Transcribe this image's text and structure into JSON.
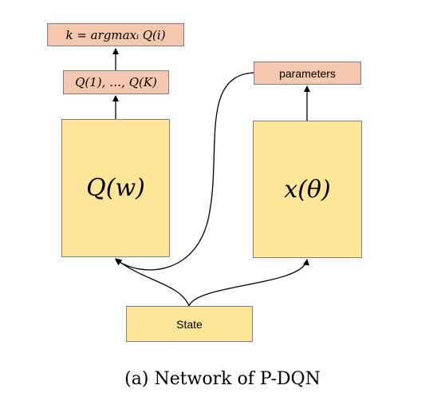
{
  "nodes": {
    "argmax": "k = argmaxᵢ Q(i)",
    "q_values": "Q(1), …, Q(K)",
    "q_network": "Q(w)",
    "parameters": "parameters",
    "x_network": "x(θ)",
    "state": "State"
  },
  "caption": "(a) Network of P-DQN",
  "colors": {
    "output_box": "#f4c7ae",
    "network_box": "#ffe699",
    "border": "#7f7f7f",
    "edge": "#000000"
  }
}
